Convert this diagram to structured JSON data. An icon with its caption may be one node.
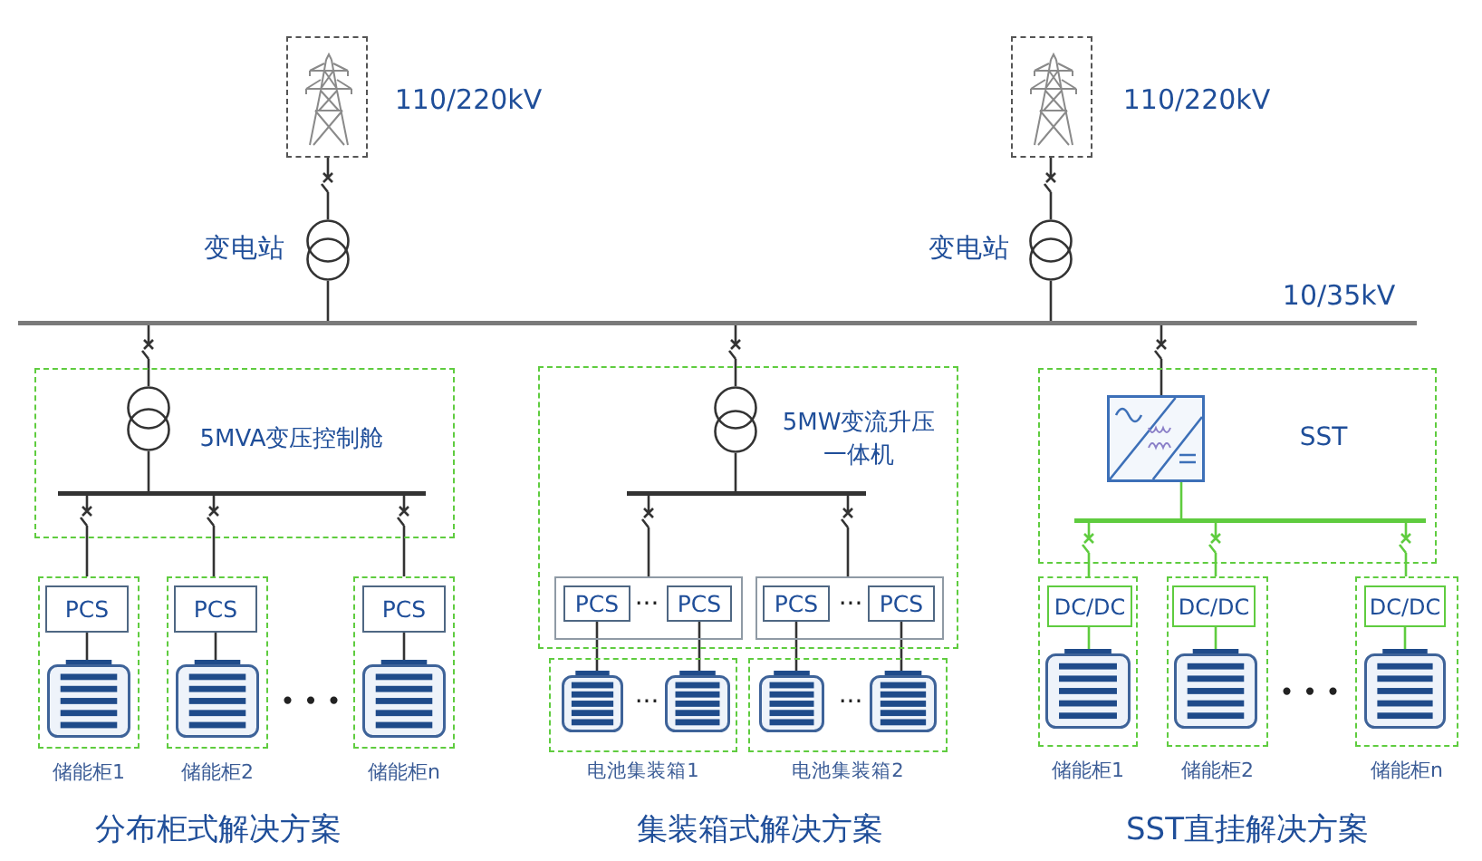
{
  "diagram": {
    "nodes": [
      {
        "text": [],
        "shape": "picture",
        "beside": [
          "110/220kV"
        ]
      },
      {
        "text": [],
        "shape": "circle",
        "beside": [
          "变电站"
        ]
      },
      {
        "text": [],
        "shape": "picture",
        "beside": [
          "110/220kV"
        ]
      },
      {
        "text": [],
        "shape": "circle",
        "beside": [
          "变电站"
        ]
      },
      {
        "text": [],
        "shape": "bar",
        "beside": [
          "10/35kV"
        ]
      },
      {
        "text": [
          "5MVA变压控制舱"
        ]
      },
      {
        "text": [],
        "shape": "circle",
        "in": 5
      },
      {
        "text": [],
        "shape": "bar",
        "in": 5
      },
      {
        "text": [
          "储能柜1"
        ]
      },
      {
        "text": [
          "PCS"
        ],
        "in": 8
      },
      {
        "text": [],
        "shape": "picture",
        "in": 8
      },
      {
        "text": [
          "储能柜2"
        ]
      },
      {
        "text": [
          "PCS"
        ],
        "in": 11
      },
      {
        "text": [],
        "shape": "picture",
        "in": 11
      },
      {
        "text": [
          "储能柜n"
        ]
      },
      {
        "text": [
          "PCS"
        ],
        "in": 14
      },
      {
        "text": [],
        "shape": "picture",
        "in": 14
      },
      {
        "text": [
          "5MW变流升压一体机"
        ]
      },
      {
        "text": [],
        "shape": "circle",
        "in": 17
      },
      {
        "text": [],
        "shape": "bar",
        "in": 17
      },
      {
        "text": [],
        "shape": "box",
        "in": 17
      },
      {
        "text": [
          "PCS"
        ],
        "in": 20
      },
      {
        "text": [
          "PCS"
        ],
        "in": 20
      },
      {
        "text": [],
        "shape": "box",
        "in": 17
      },
      {
        "text": [
          "PCS"
        ],
        "in": 23
      },
      {
        "text": [
          "PCS"
        ],
        "in": 23
      },
      {
        "text": [
          "电池集装箱1"
        ]
      },
      {
        "text": [],
        "shape": "picture",
        "in": 26
      },
      {
        "text": [],
        "shape": "picture",
        "in": 26
      },
      {
        "text": [
          "电池集装箱2"
        ]
      },
      {
        "text": [],
        "shape": "picture",
        "in": 29
      },
      {
        "text": [],
        "shape": "picture",
        "in": 29
      },
      {
        "text": [
          "SST"
        ]
      },
      {
        "text": [],
        "shape": "box",
        "in": 32
      },
      {
        "text": [],
        "shape": "bar",
        "in": 32
      },
      {
        "text": [
          "储能柜1"
        ]
      },
      {
        "text": [
          "DC/DC"
        ],
        "in": 35
      },
      {
        "text": [],
        "shape": "picture",
        "in": 35
      },
      {
        "text": [
          "储能柜2"
        ]
      },
      {
        "text": [
          "DC/DC"
        ],
        "in": 38
      },
      {
        "text": [],
        "shape": "picture",
        "in": 38
      },
      {
        "text": [
          "储能柜n"
        ]
      },
      {
        "text": [
          "DC/DC"
        ],
        "in": 41
      },
      {
        "text": [],
        "shape": "picture",
        "in": 41
      }
    ],
    "edges": [
      {
        "from": 0,
        "to": 1,
        "arrow": "none"
      },
      {
        "from": 1,
        "to": 4,
        "arrow": "none"
      },
      {
        "from": 2,
        "to": 3,
        "arrow": "none"
      },
      {
        "from": 3,
        "to": 4,
        "arrow": "none"
      },
      {
        "from": 4,
        "to": 6,
        "arrow": "none"
      },
      {
        "from": 6,
        "to": 7,
        "arrow": "none"
      },
      {
        "from": 7,
        "to": 8,
        "arrow": "none"
      },
      {
        "from": 7,
        "to": 11,
        "arrow": "none"
      },
      {
        "from": 7,
        "to": 14,
        "arrow": "none"
      },
      {
        "from": 9,
        "to": 10,
        "arrow": "none"
      },
      {
        "from": 12,
        "to": 13,
        "arrow": "none"
      },
      {
        "from": 15,
        "to": 16,
        "arrow": "none"
      },
      {
        "from": 4,
        "to": 18,
        "arrow": "none"
      },
      {
        "from": 18,
        "to": 19,
        "arrow": "none"
      },
      {
        "from": 19,
        "to": 20,
        "arrow": "none"
      },
      {
        "from": 19,
        "to": 23,
        "arrow": "none"
      },
      {
        "from": 21,
        "to": 27,
        "arrow": "none"
      },
      {
        "from": 22,
        "to": 28,
        "arrow": "none"
      },
      {
        "from": 24,
        "to": 30,
        "arrow": "none"
      },
      {
        "from": 25,
        "to": 31,
        "arrow": "none"
      },
      {
        "from": 4,
        "to": 33,
        "arrow": "none"
      },
      {
        "from": 33,
        "to": 34,
        "arrow": "none",
        "color": "#5fcc3f"
      },
      {
        "from": 34,
        "to": 35,
        "arrow": "none",
        "color": "#5fcc3f"
      },
      {
        "from": 34,
        "to": 38,
        "arrow": "none",
        "color": "#5fcc3f"
      },
      {
        "from": 34,
        "to": 41,
        "arrow": "none",
        "color": "#5fcc3f"
      },
      {
        "from": 36,
        "to": 37,
        "arrow": "none",
        "color": "#5fcc3f"
      },
      {
        "from": 39,
        "to": 40,
        "arrow": "none",
        "color": "#5fcc3f"
      },
      {
        "from": 42,
        "to": 43,
        "arrow": "none",
        "color": "#5fcc3f"
      }
    ],
    "labels": [
      "···",
      "···",
      "• • •",
      "···",
      "···",
      "• • •",
      "分布柜式解决方案",
      "集装箱式解决方案",
      "SST直挂解决方案"
    ]
  }
}
